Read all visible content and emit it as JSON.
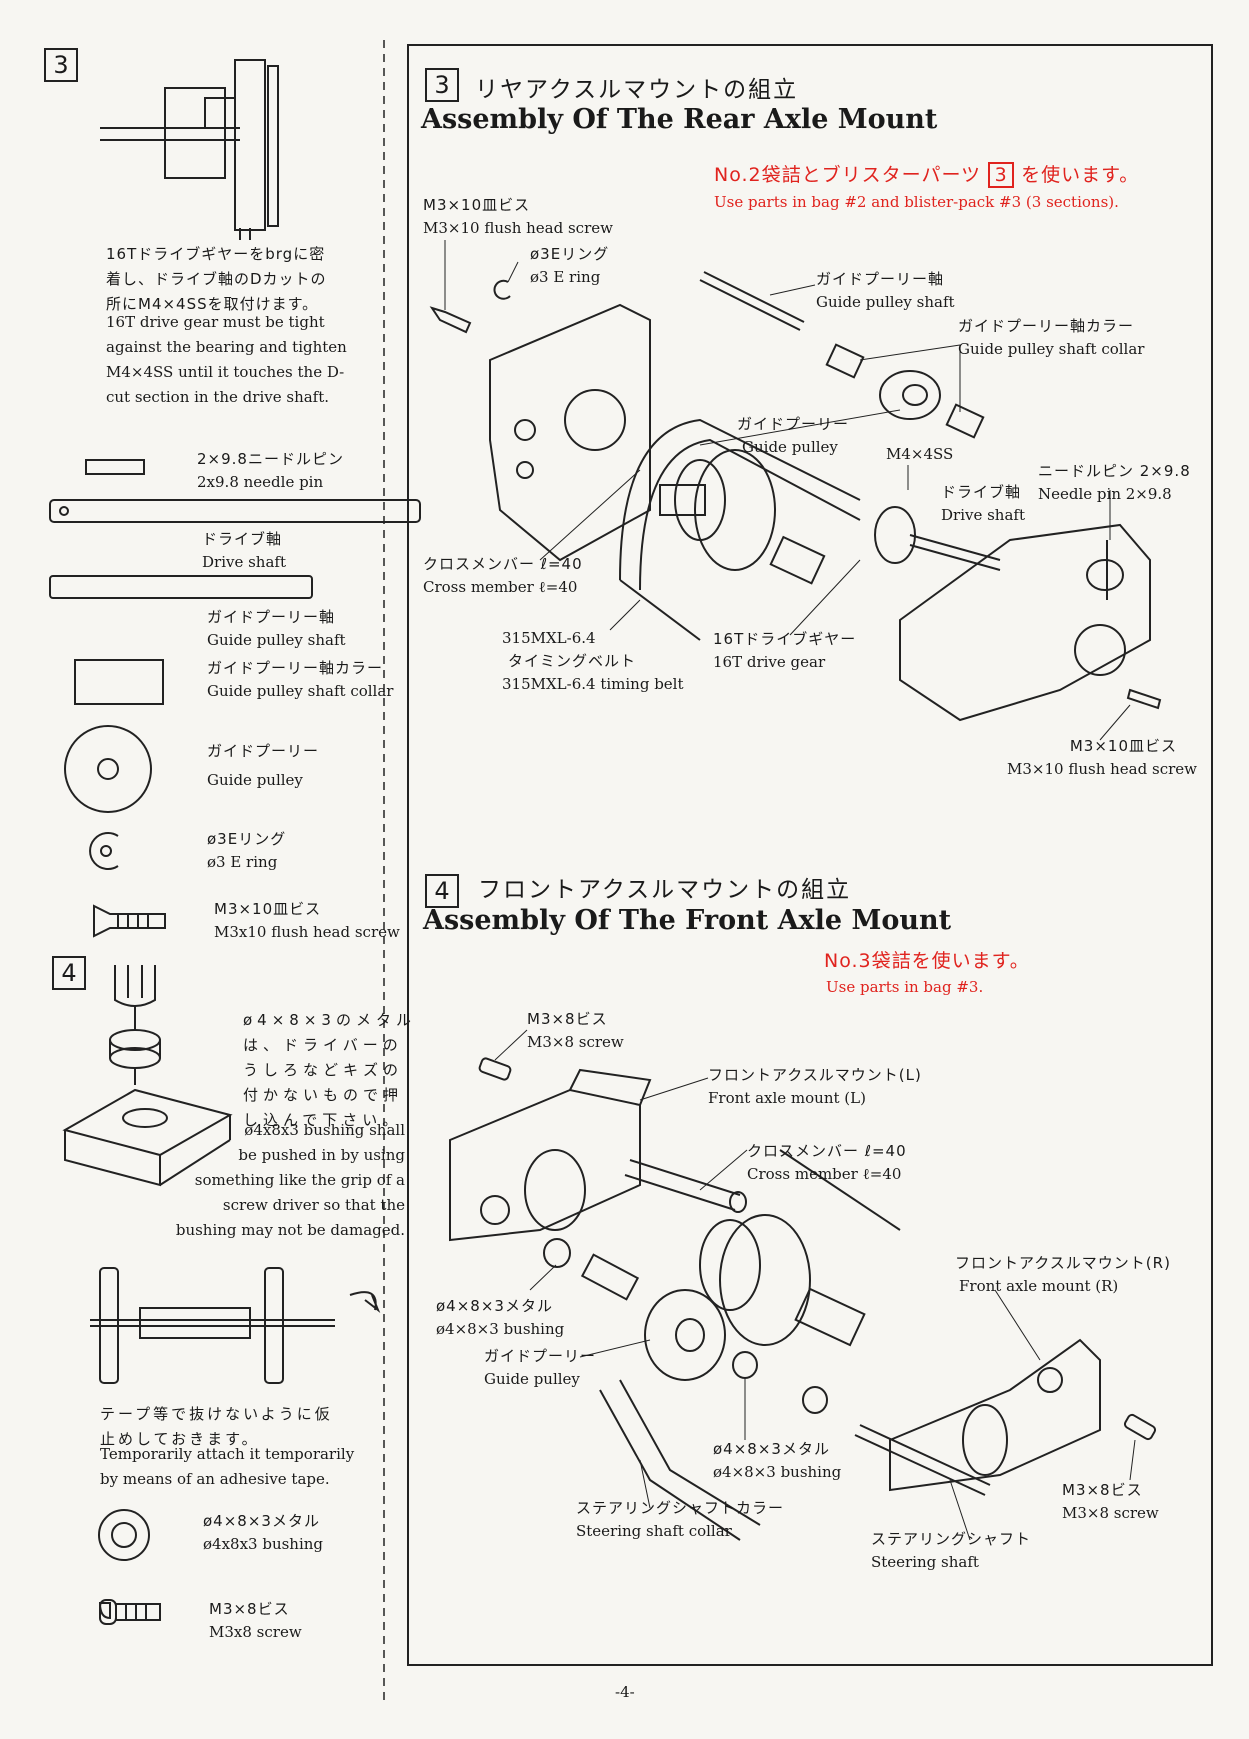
{
  "sidebar": {
    "step3": {
      "number": "3",
      "note_jp": [
        "16Tドライブギヤーをbrgに密",
        "着し、ドライブ軸のDカットの",
        "所にM4×4SSを取付けます。"
      ],
      "note_en": [
        "16T drive gear must be tight",
        "against the bearing and tighten",
        "M4×4SS until it touches the D-",
        "cut section in the drive shaft."
      ],
      "parts": [
        {
          "jp": "2×9.8ニードルピン",
          "en": "2x9.8 needle pin"
        },
        {
          "jp": "ドライブ軸",
          "en": "Drive shaft"
        },
        {
          "jp": "ガイドプーリー軸",
          "en": "Guide pulley shaft"
        },
        {
          "jp": "ガイドプーリー軸カラー",
          "en": "Guide pulley shaft collar"
        },
        {
          "jp": "ガイドプーリー",
          "en": "Guide pulley"
        },
        {
          "jp": "ø3Eリング",
          "en": "ø3 E ring"
        },
        {
          "jp": "M3×10皿ビス",
          "en": "M3x10 flush head screw"
        }
      ]
    },
    "step4": {
      "number": "4",
      "note_jp": [
        "ø4×8×3のメタル",
        "は、ドライバーの",
        "うしろなどキズの",
        "付かないもので押",
        "し込んで下さい。"
      ],
      "note_en": [
        "ø4x8x3 bushing shall",
        "be pushed in by using",
        "something like the grip of a",
        "screw driver so that the",
        "bushing may not be damaged."
      ],
      "tape_jp": [
        "テープ等で抜けないように仮",
        "止めしておきます。"
      ],
      "tape_en": [
        "Temporarily attach it temporarily",
        "by means of an adhesive tape."
      ],
      "parts": [
        {
          "jp": "ø4×8×3メタル",
          "en": "ø4x8x3 bushing"
        },
        {
          "jp": "M3×8ビス",
          "en": "M3x8 screw"
        }
      ]
    }
  },
  "section3": {
    "number": "3",
    "title_jp": "リヤアクスルマウントの組立",
    "title_en": "Assembly Of The Rear Axle Mount",
    "bag_jp_pre": "No.2袋詰とブリスターパーツ",
    "bag_box": "3",
    "bag_jp_post": "を使います。",
    "bag_en": "Use parts in bag #2 and blister-pack #3 (3 sections).",
    "labels": [
      {
        "jp": "M3×10皿ビス",
        "en": "M3×10 flush head screw"
      },
      {
        "jp": "ø3Eリング",
        "en": "ø3 E ring"
      },
      {
        "jp": "ガイドプーリー軸",
        "en": "Guide pulley shaft"
      },
      {
        "jp": "ガイドプーリー軸カラー",
        "en": "Guide pulley shaft collar"
      },
      {
        "jp": "ガイドプーリー",
        "en": "Guide pulley"
      },
      {
        "jp": "M4×4SS",
        "en": ""
      },
      {
        "jp": "ドライブ軸",
        "en": "Drive shaft"
      },
      {
        "jp": "ニードルピン 2×9.8",
        "en": "Needle pin 2×9.8"
      },
      {
        "jp": "クロスメンバー ℓ=40",
        "en": "Cross member ℓ=40"
      },
      {
        "jp": "315MXL-6.4",
        "en": ""
      },
      {
        "jp": "タイミングベルト",
        "en": "315MXL-6.4 timing belt"
      },
      {
        "jp": "16Tドライブギヤー",
        "en": "16T drive gear"
      },
      {
        "jp": "M3×10皿ビス",
        "en": "M3×10 flush head screw"
      }
    ]
  },
  "section4": {
    "number": "4",
    "title_jp": "フロントアクスルマウントの組立",
    "title_en": "Assembly Of The Front Axle Mount",
    "bag_jp": "No.3袋詰を使います。",
    "bag_en": "Use parts in bag #3.",
    "labels": [
      {
        "jp": "M3×8ビス",
        "en": "M3×8 screw"
      },
      {
        "jp": "フロントアクスルマウント(L)",
        "en": "Front axle mount (L)"
      },
      {
        "jp": "クロスメンバー ℓ=40",
        "en": "Cross member ℓ=40"
      },
      {
        "jp": "フロントアクスルマウント(R)",
        "en": "Front axle mount (R)"
      },
      {
        "jp": "ø4×8×3メタル",
        "en": "ø4×8×3 bushing"
      },
      {
        "jp": "ガイドプーリー",
        "en": "Guide pulley"
      },
      {
        "jp": "ø4×8×3メタル",
        "en": "ø4×8×3 bushing"
      },
      {
        "jp": "ステアリングシャフトカラー",
        "en": "Steering shaft collar"
      },
      {
        "jp": "ステアリングシャフト",
        "en": "Steering shaft"
      },
      {
        "jp": "M3×8ビス",
        "en": "M3×8 screw"
      }
    ]
  },
  "page_number": "-4-",
  "colors": {
    "accent": "#e0231e",
    "ink": "#1a1a1a",
    "paper": "#f7f6f2"
  }
}
